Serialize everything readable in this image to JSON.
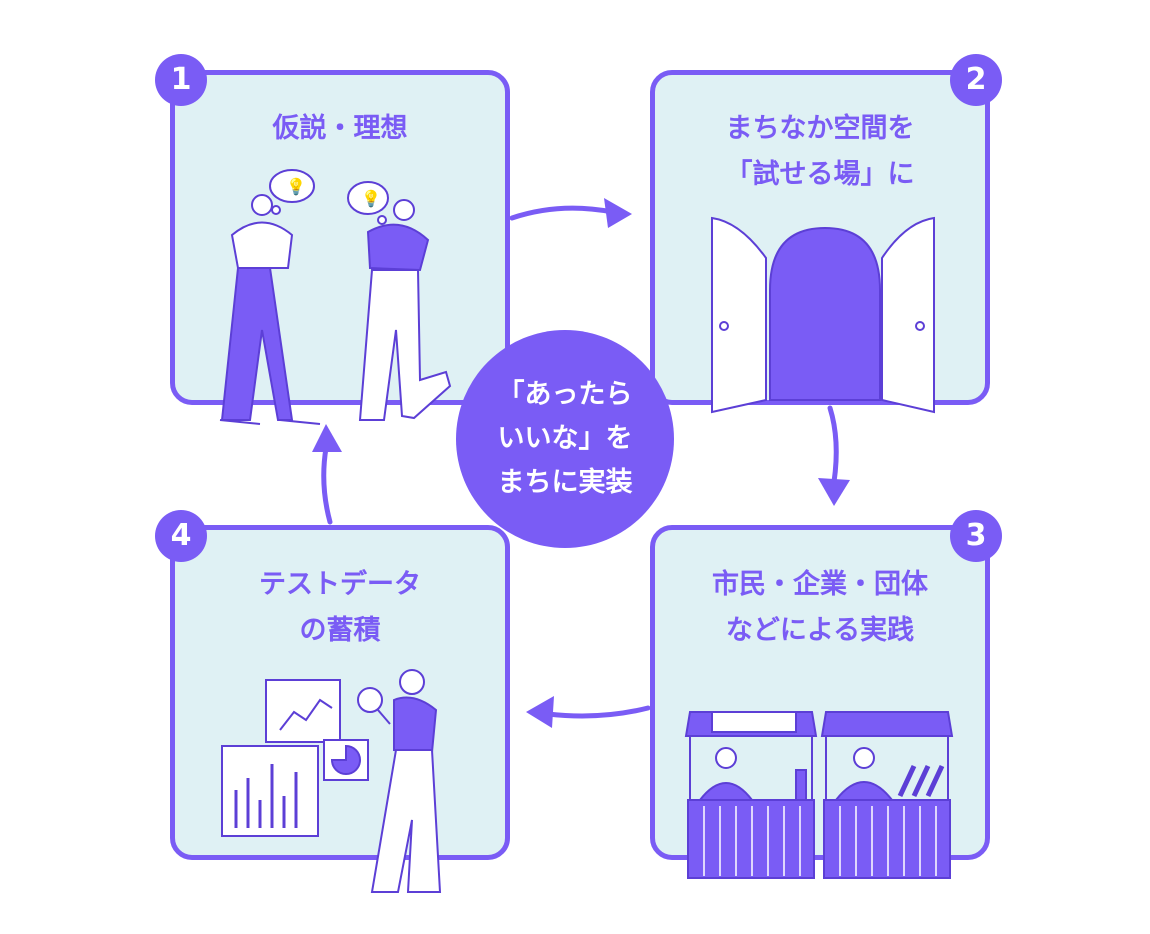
{
  "center": {
    "lines": [
      "「あったら",
      "いいな」を",
      "まちに実装"
    ]
  },
  "steps": [
    {
      "number": "1",
      "title_lines": [
        "仮説・理想"
      ]
    },
    {
      "number": "2",
      "title_lines": [
        "まちなか空間を",
        "「試せる場」に"
      ]
    },
    {
      "number": "3",
      "title_lines": [
        "市民・企業・団体",
        "などによる実践"
      ]
    },
    {
      "number": "4",
      "title_lines": [
        "テストデータ",
        "の蓄積"
      ]
    }
  ],
  "colors": {
    "accent": "#7a5cf5",
    "panel": "#dff1f4",
    "white": "#ffffff"
  }
}
